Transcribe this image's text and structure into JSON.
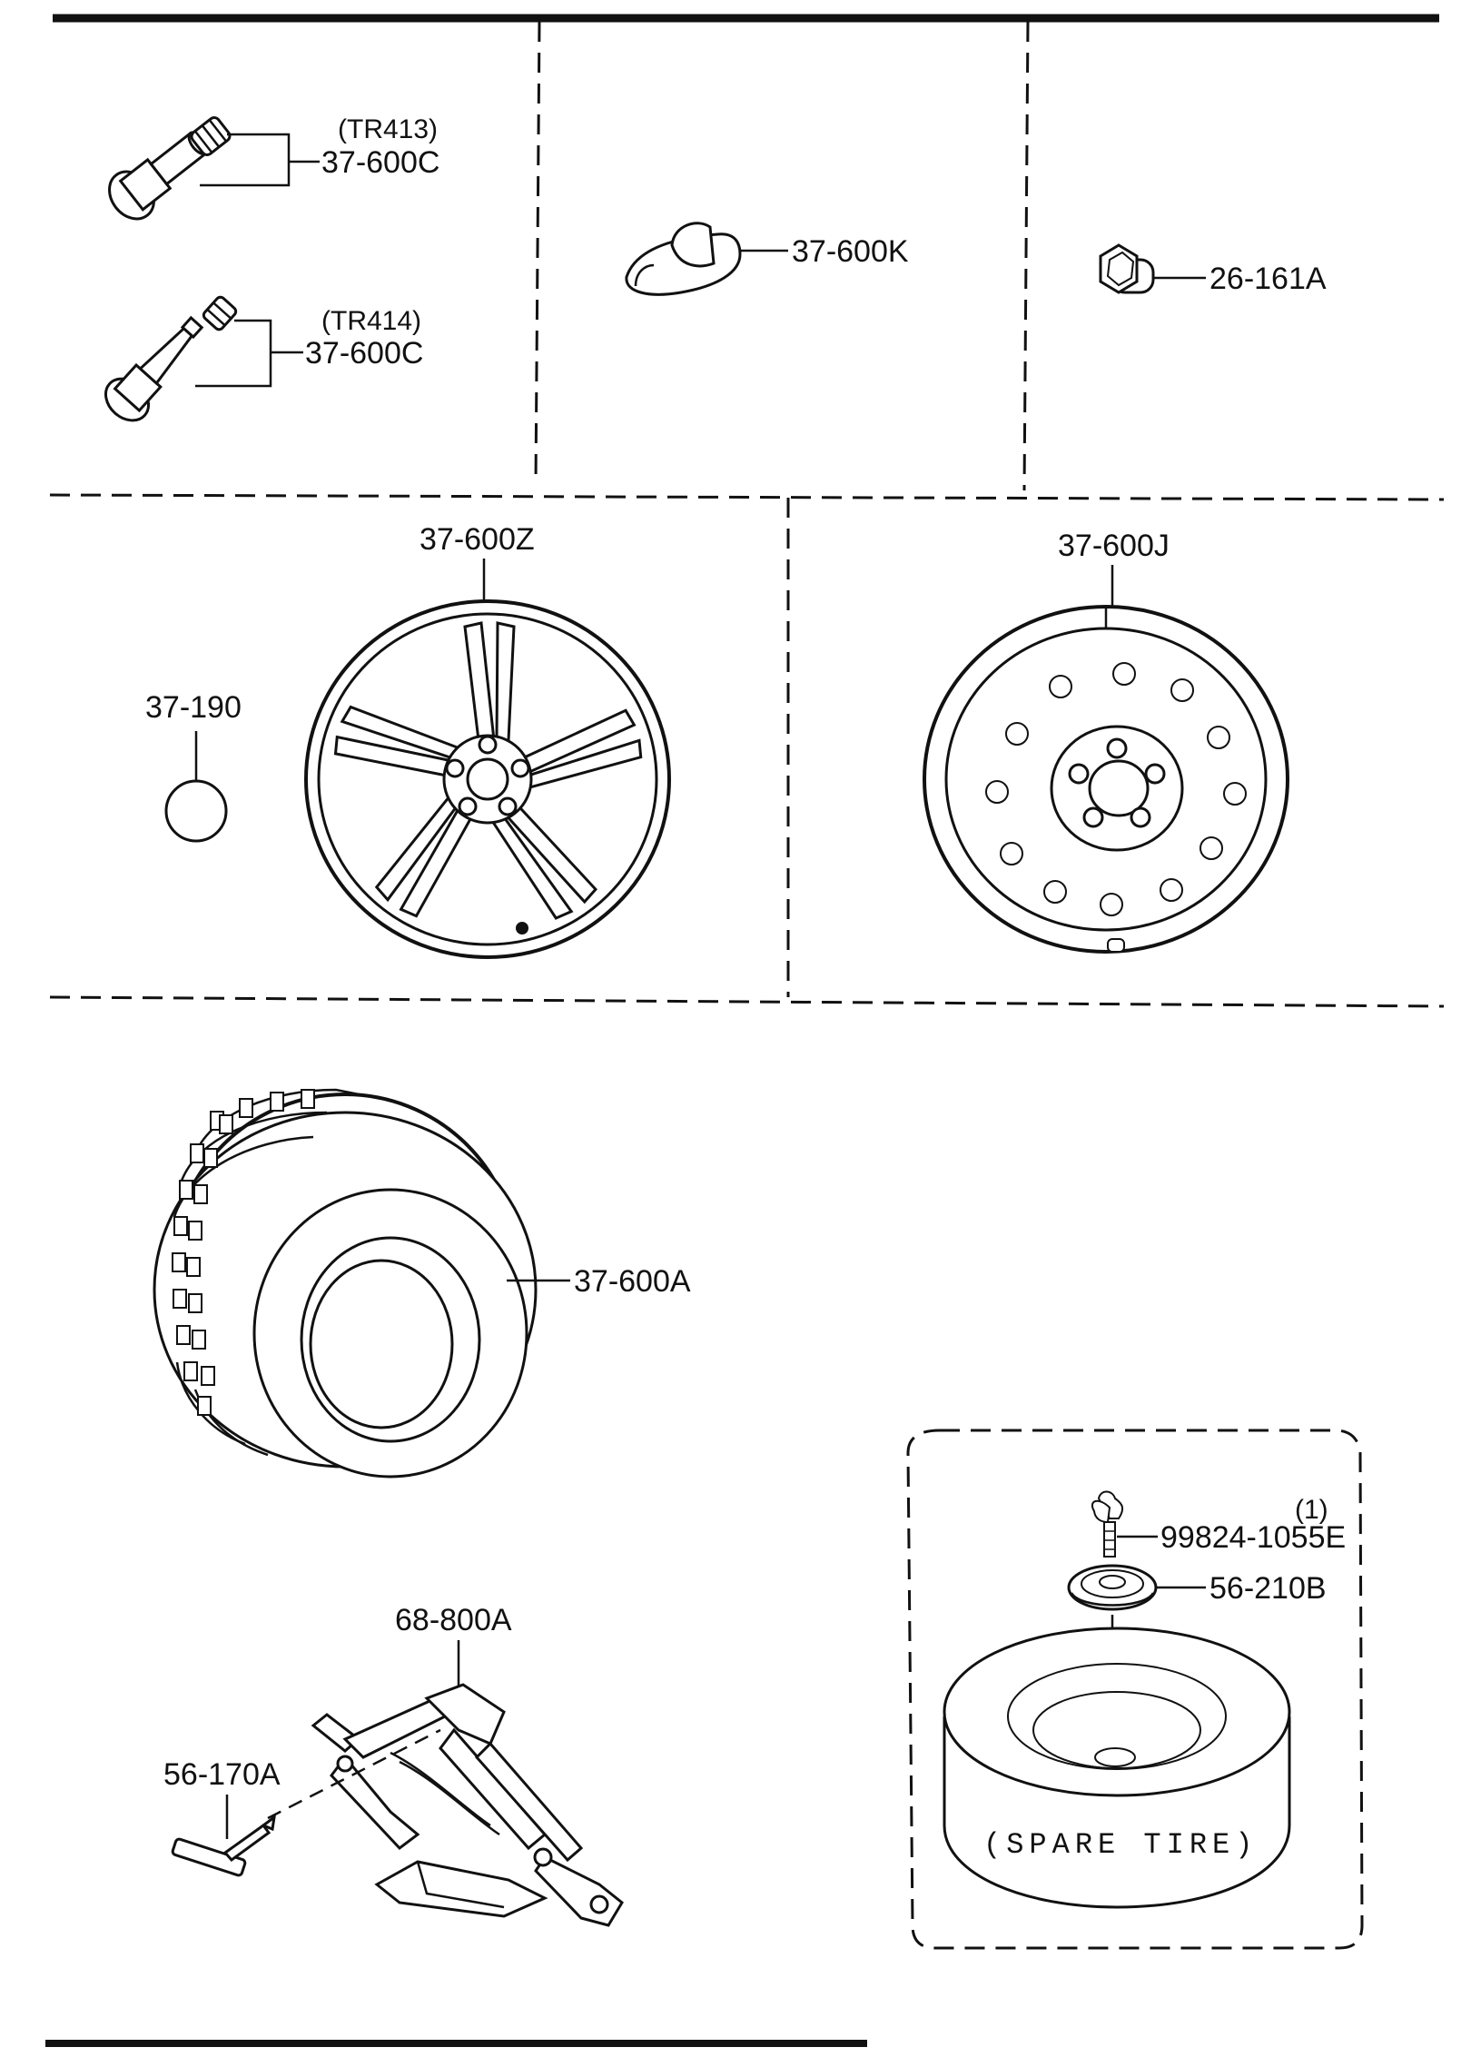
{
  "labels": {
    "valve_tr413_note": "(TR413)",
    "valve_tr413_part": "37-600C",
    "valve_tr414_note": "(TR414)",
    "valve_tr414_part": "37-600C",
    "balance_weight": "37-600K",
    "lug_nut": "26-161A",
    "alloy_wheel": "37-600Z",
    "center_cap_sticker": "37-190",
    "steel_spare_wheel": "37-600J",
    "tire": "37-600A",
    "jack": "68-800A",
    "jack_handle": "56-170A",
    "bolt_qty": "(1)",
    "spare_bolt": "99824-1055E",
    "spare_plate": "56-210B",
    "spare_tire_caption": "(SPARE TIRE)"
  },
  "icons": [
    "valve-stem-icon",
    "balance-weight-icon",
    "lug-nut-icon",
    "alloy-wheel-icon",
    "sticker-icon",
    "steel-wheel-icon",
    "tire-icon",
    "jack-icon",
    "jack-handle-icon",
    "wing-bolt-icon",
    "retainer-plate-icon",
    "spare-tire-icon"
  ]
}
